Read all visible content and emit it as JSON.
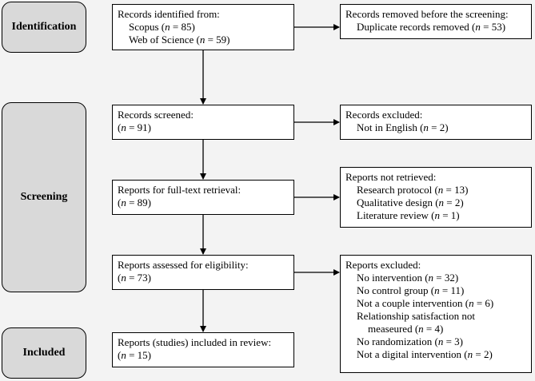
{
  "phases": {
    "identification": "Identification",
    "screening": "Screening",
    "included": "Included"
  },
  "boxes": {
    "identified": {
      "title": "Records identified from:",
      "lines": [
        {
          "label": "Scopus (",
          "n": "n",
          "value": " = 85)"
        },
        {
          "label": "Web of Science (",
          "n": "n",
          "value": " = 59)"
        }
      ]
    },
    "removed": {
      "title": "Records removed before the screening:",
      "lines": [
        {
          "label": "Duplicate records removed (",
          "n": "n",
          "value": " = 53)"
        }
      ]
    },
    "screened": {
      "title": "Records screened:",
      "count": {
        "open": "(",
        "n": "n",
        "value": " = 91)"
      }
    },
    "excluded": {
      "title": "Records excluded:",
      "lines": [
        {
          "label": "Not in English (",
          "n": "n",
          "value": " = 2)"
        }
      ]
    },
    "retrieval": {
      "title": "Reports for full-text retrieval:",
      "count": {
        "open": "(",
        "n": "n",
        "value": " = 89)"
      }
    },
    "not_retrieved": {
      "title": "Reports not retrieved:",
      "lines": [
        {
          "label": "Research protocol (",
          "n": "n",
          "value": " = 13)"
        },
        {
          "label": "Qualitative design (",
          "n": "n",
          "value": " = 2)"
        },
        {
          "label": "Literature review (",
          "n": "n",
          "value": " = 1)"
        }
      ]
    },
    "assessed": {
      "title": "Reports assessed for eligibility:",
      "count": {
        "open": "(",
        "n": "n",
        "value": " = 73)"
      }
    },
    "reports_excluded": {
      "title": "Reports excluded:",
      "lines": [
        {
          "label": "No intervention (",
          "n": "n",
          "value": " = 32)"
        },
        {
          "label": "No control group (",
          "n": "n",
          "value": " = 11)"
        },
        {
          "label": "Not a couple intervention (",
          "n": "n",
          "value": " = 6)"
        },
        {
          "label": "Relationship satisfaction not",
          "n": "",
          "value": ""
        },
        {
          "label": "measeured (",
          "n": "n",
          "value": " = 4)",
          "continuation": true
        },
        {
          "label": "No randomization (",
          "n": "n",
          "value": " = 3)"
        },
        {
          "label": "Not a digital intervention (",
          "n": "n",
          "value": " = 2)"
        }
      ]
    },
    "included": {
      "title": "Reports (studies) included in review:",
      "count": {
        "open": "(",
        "n": "n",
        "value": " = 15)"
      }
    }
  }
}
